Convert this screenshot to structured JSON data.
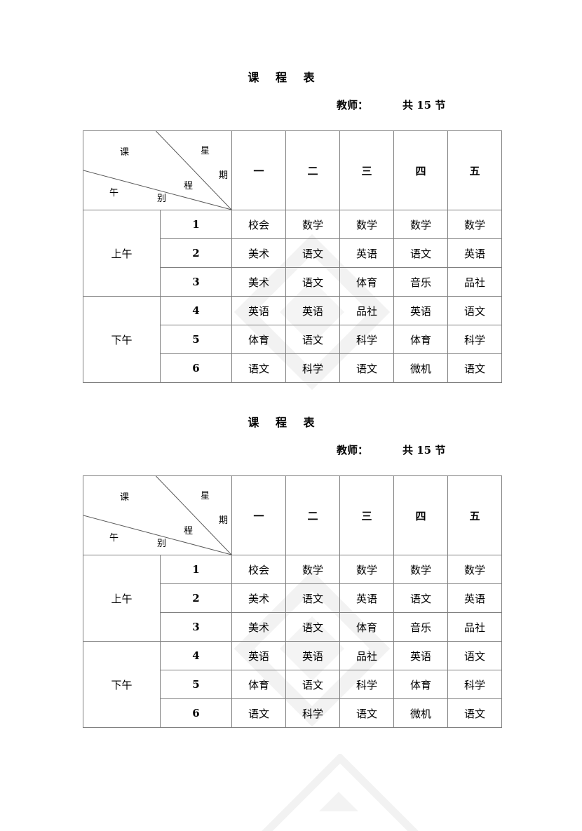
{
  "page": {
    "background": "#ffffff",
    "border_color": "#7f7f7f"
  },
  "schedules": [
    {
      "title": "课  程  表",
      "teacher_label": "教师：",
      "total_label": "共 15 节",
      "corner": {
        "weekday_label_1": "星",
        "weekday_label_2": "期",
        "course_label_1": "课",
        "course_label_2": "程",
        "course_label_3": "别",
        "halfday_label": "午"
      },
      "weekdays": [
        "一",
        "二",
        "三",
        "四",
        "五"
      ],
      "sections": [
        {
          "name": "上午",
          "rows": [
            {
              "period": "1",
              "subjects": [
                "校会",
                "数学",
                "数学",
                "数学",
                "数学"
              ]
            },
            {
              "period": "2",
              "subjects": [
                "美术",
                "语文",
                "英语",
                "语文",
                "英语"
              ]
            },
            {
              "period": "3",
              "subjects": [
                "美术",
                "语文",
                "体育",
                "音乐",
                "品社"
              ]
            }
          ]
        },
        {
          "name": "下午",
          "rows": [
            {
              "period": "4",
              "subjects": [
                "英语",
                "英语",
                "品社",
                "英语",
                "语文"
              ]
            },
            {
              "period": "5",
              "subjects": [
                "体育",
                "语文",
                "科学",
                "体育",
                "科学"
              ]
            },
            {
              "period": "6",
              "subjects": [
                "语文",
                "科学",
                "语文",
                "微机",
                "语文"
              ]
            }
          ]
        }
      ]
    },
    {
      "title": "课  程  表",
      "teacher_label": "教师：",
      "total_label": "共 15 节",
      "corner": {
        "weekday_label_1": "星",
        "weekday_label_2": "期",
        "course_label_1": "课",
        "course_label_2": "程",
        "course_label_3": "别",
        "halfday_label": "午"
      },
      "weekdays": [
        "一",
        "二",
        "三",
        "四",
        "五"
      ],
      "sections": [
        {
          "name": "上午",
          "rows": [
            {
              "period": "1",
              "subjects": [
                "校会",
                "数学",
                "数学",
                "数学",
                "数学"
              ]
            },
            {
              "period": "2",
              "subjects": [
                "美术",
                "语文",
                "英语",
                "语文",
                "英语"
              ]
            },
            {
              "period": "3",
              "subjects": [
                "美术",
                "语文",
                "体育",
                "音乐",
                "品社"
              ]
            }
          ]
        },
        {
          "name": "下午",
          "rows": [
            {
              "period": "4",
              "subjects": [
                "英语",
                "英语",
                "品社",
                "英语",
                "语文"
              ]
            },
            {
              "period": "5",
              "subjects": [
                "体育",
                "语文",
                "科学",
                "体育",
                "科学"
              ]
            },
            {
              "period": "6",
              "subjects": [
                "语文",
                "科学",
                "语文",
                "微机",
                "语文"
              ]
            }
          ]
        }
      ]
    }
  ]
}
